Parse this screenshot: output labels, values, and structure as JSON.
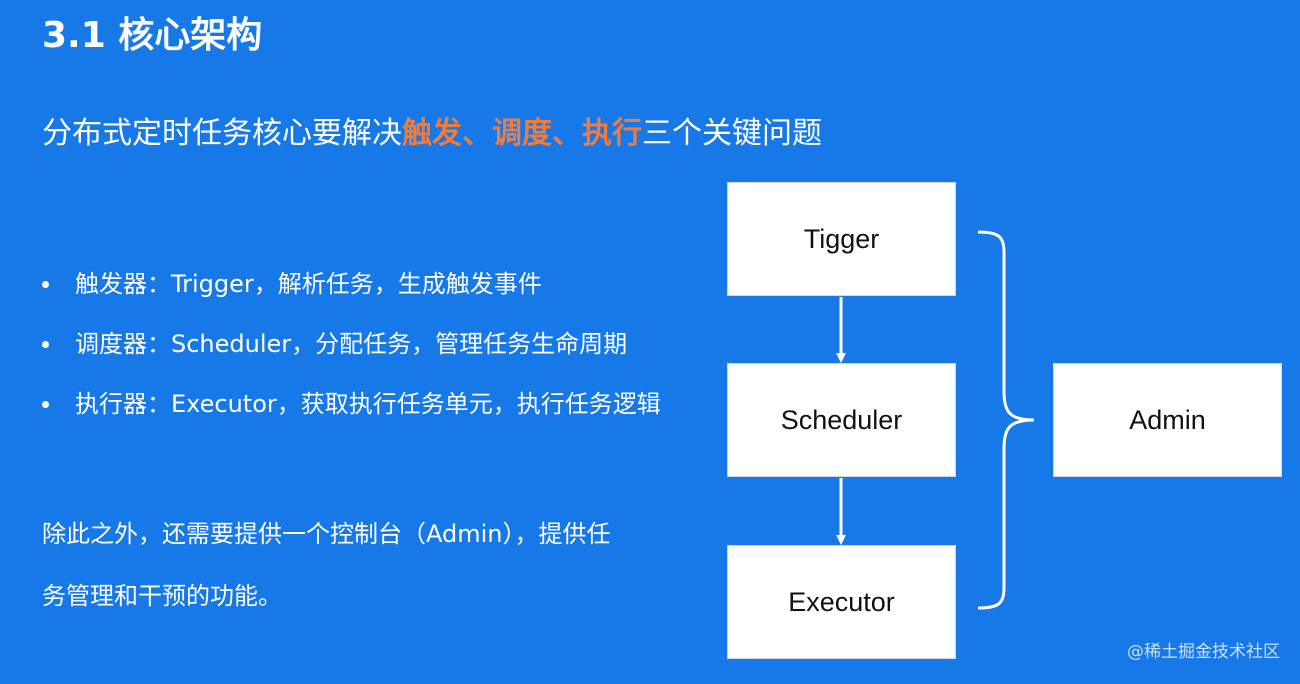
{
  "title": "3.1 核心架构",
  "subtitle": {
    "prefix": "分布式定时任务核心要解决",
    "highlight": "触发、调度、执行",
    "suffix": "三个关键问题"
  },
  "bullets": [
    "触发器：Trigger，解析任务，生成触发事件",
    "调度器：Scheduler，分配任务，管理任务生命周期",
    "执行器：Executor，获取执行任务单元，执行任务逻辑"
  ],
  "note": {
    "line1": "除此之外，还需要提供一个控制台（Admin），提供任",
    "line2": "务管理和干预的功能。"
  },
  "diagram": {
    "trigger": "Tigger",
    "scheduler": "Scheduler",
    "executor": "Executor",
    "admin": "Admin"
  },
  "watermark": "@稀土掘金技术社区",
  "colors": {
    "background": "#1778e8",
    "highlight": "#f07c3c",
    "box": "#ffffff",
    "text": "#ffffff"
  }
}
